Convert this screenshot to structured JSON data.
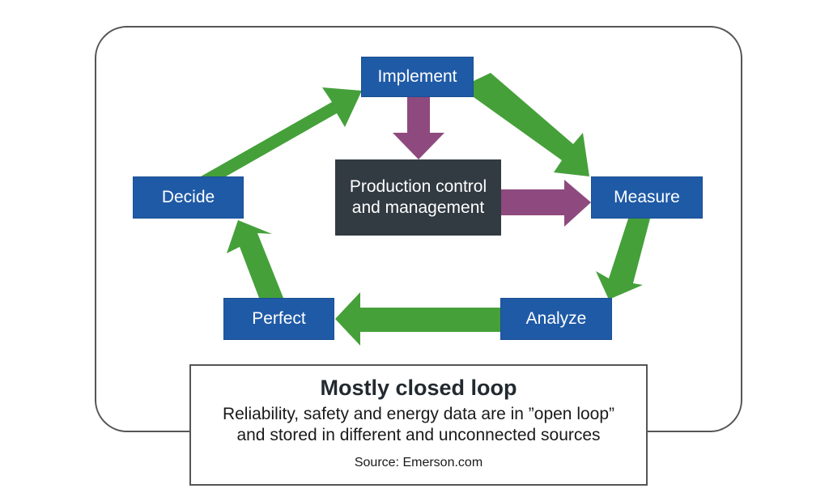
{
  "diagram": {
    "nodes": {
      "implement": "Implement",
      "measure": "Measure",
      "analyze": "Analyze",
      "perfect": "Perfect",
      "decide": "Decide"
    },
    "core": {
      "line1": "Production control",
      "line2": "and management"
    },
    "colors": {
      "node_blue": "#1f5aa6",
      "core_dark": "#323a42",
      "cycle_arrow_green": "#45a03a",
      "core_arrow_purple": "#8e4a7e"
    }
  },
  "infobox": {
    "title": "Mostly closed loop",
    "line1": "Reliability, safety and energy data are in ”open loop”",
    "line2": "and stored in different and unconnected sources",
    "source": "Source: Emerson.com"
  }
}
